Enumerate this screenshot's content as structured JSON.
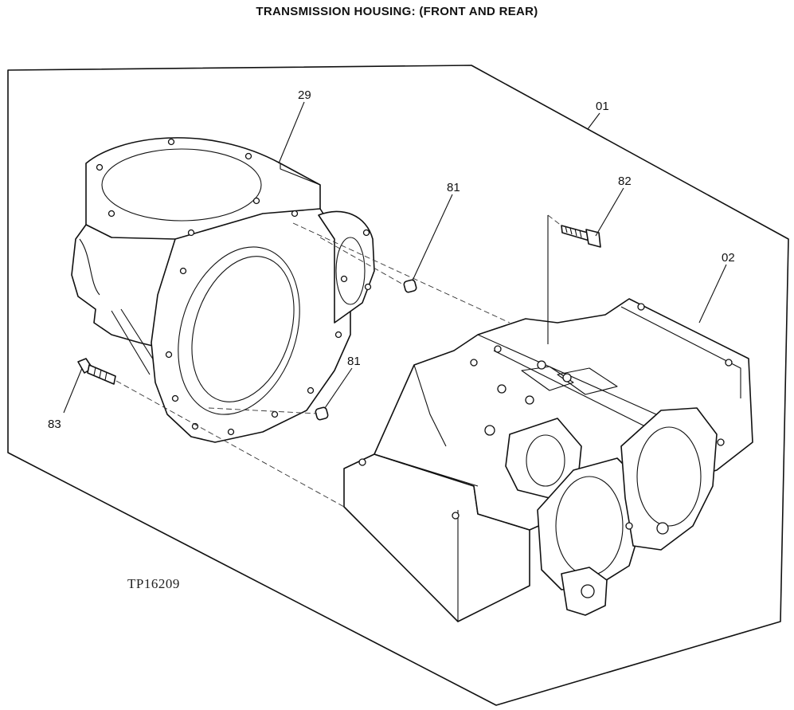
{
  "title": "TRANSMISSION HOUSING: (FRONT AND REAR)",
  "callouts": {
    "c29": "29",
    "c01": "01",
    "c82": "82",
    "c81a": "81",
    "c02": "02",
    "c81b": "81",
    "c83": "83"
  },
  "reference": "TP16209"
}
